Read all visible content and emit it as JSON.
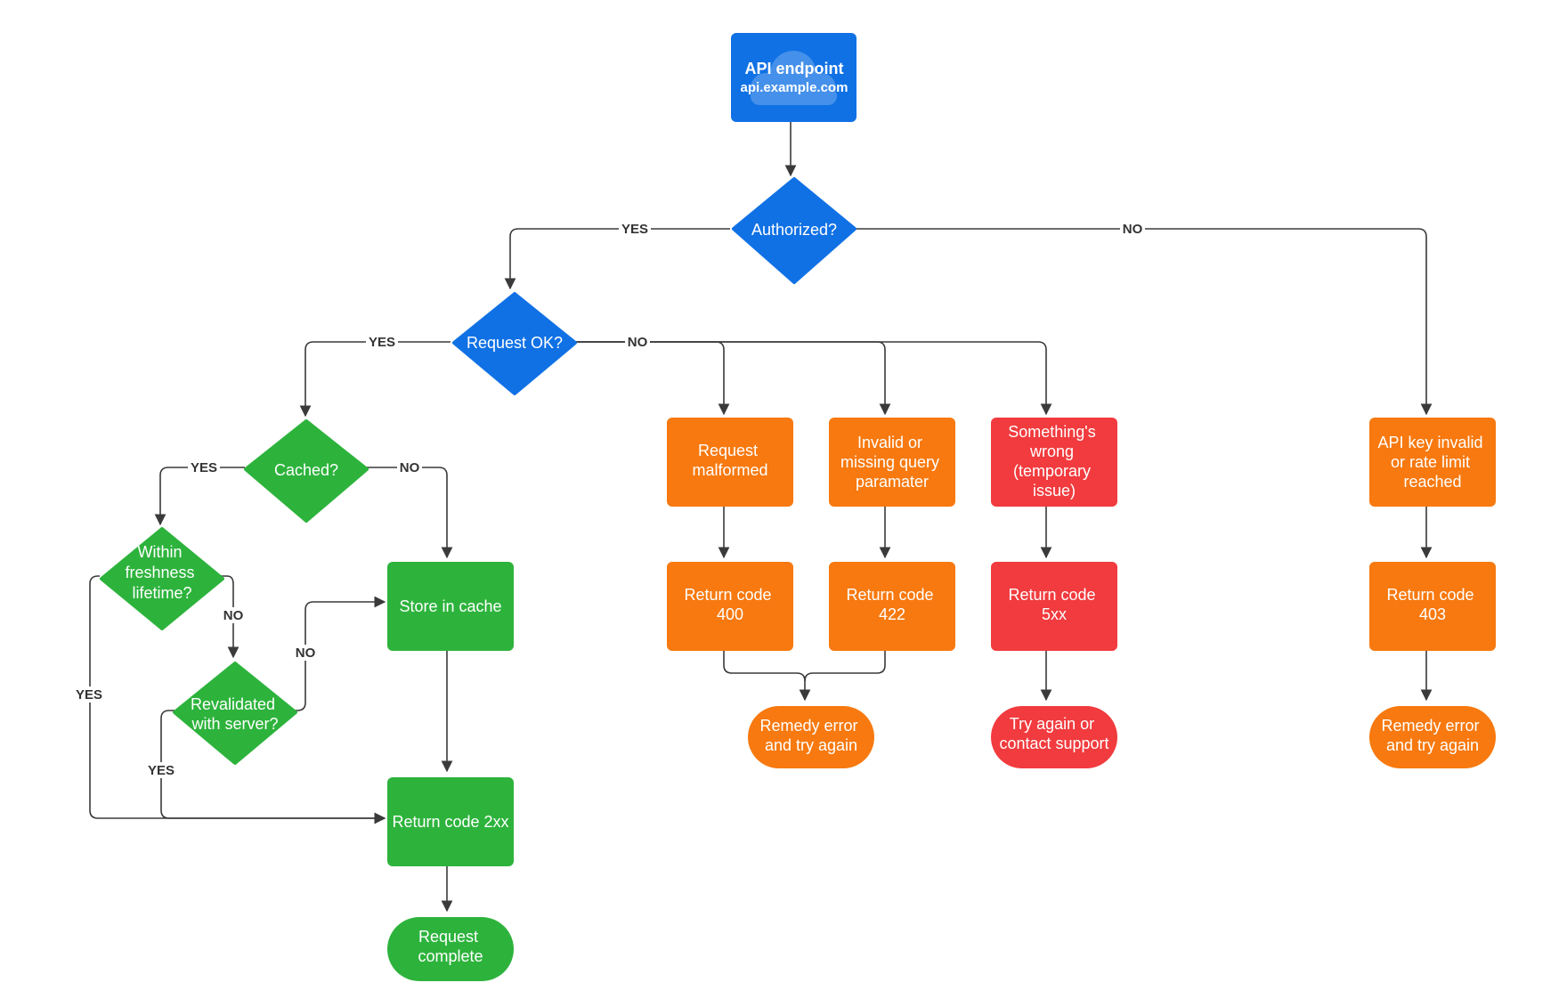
{
  "colors": {
    "blue": "#1071E5",
    "green": "#2DB33C",
    "orange": "#F7790F",
    "red": "#F13B3E",
    "edge": "#3a3a3a"
  },
  "nodes": {
    "api_endpoint": {
      "title": "API endpoint",
      "subtitle": "api.example.com",
      "icon": "cloud-icon"
    },
    "authorized": {
      "lines": [
        "Authorized?"
      ]
    },
    "request_ok": {
      "lines": [
        "Request OK?"
      ]
    },
    "cached": {
      "lines": [
        "Cached?"
      ]
    },
    "within_freshness": {
      "lines": [
        "Within",
        "freshness",
        "lifetime?"
      ]
    },
    "revalidated": {
      "lines": [
        "Revalidated",
        "with server?"
      ]
    },
    "store_in_cache": {
      "lines": [
        "Store in cache"
      ]
    },
    "return_2xx": {
      "lines": [
        "Return code 2xx"
      ]
    },
    "request_complete": {
      "lines": [
        "Request",
        "complete"
      ]
    },
    "request_malformed": {
      "lines": [
        "Request",
        "malformed"
      ]
    },
    "invalid_query": {
      "lines": [
        "Invalid or",
        "missing query",
        "paramater"
      ]
    },
    "something_wrong": {
      "lines": [
        "Something's",
        "wrong",
        "(temporary",
        "issue)"
      ]
    },
    "api_key_invalid": {
      "lines": [
        "API key invalid",
        "or rate limit",
        "reached"
      ]
    },
    "return_400": {
      "lines": [
        "Return code",
        "400"
      ]
    },
    "return_422": {
      "lines": [
        "Return code",
        "422"
      ]
    },
    "return_5xx": {
      "lines": [
        "Return code",
        "5xx"
      ]
    },
    "return_403": {
      "lines": [
        "Return code",
        "403"
      ]
    },
    "remedy_1": {
      "lines": [
        "Remedy error",
        "and try again"
      ]
    },
    "try_again": {
      "lines": [
        "Try again or",
        "contact support"
      ]
    },
    "remedy_2": {
      "lines": [
        "Remedy error",
        "and try again"
      ]
    }
  },
  "edge_labels": {
    "auth_yes": "YES",
    "auth_no": "NO",
    "reqok_yes": "YES",
    "reqok_no": "NO",
    "cached_yes": "YES",
    "cached_no": "NO",
    "fresh_no": "NO",
    "fresh_yes": "YES",
    "reval_no": "NO",
    "reval_yes": "YES"
  }
}
